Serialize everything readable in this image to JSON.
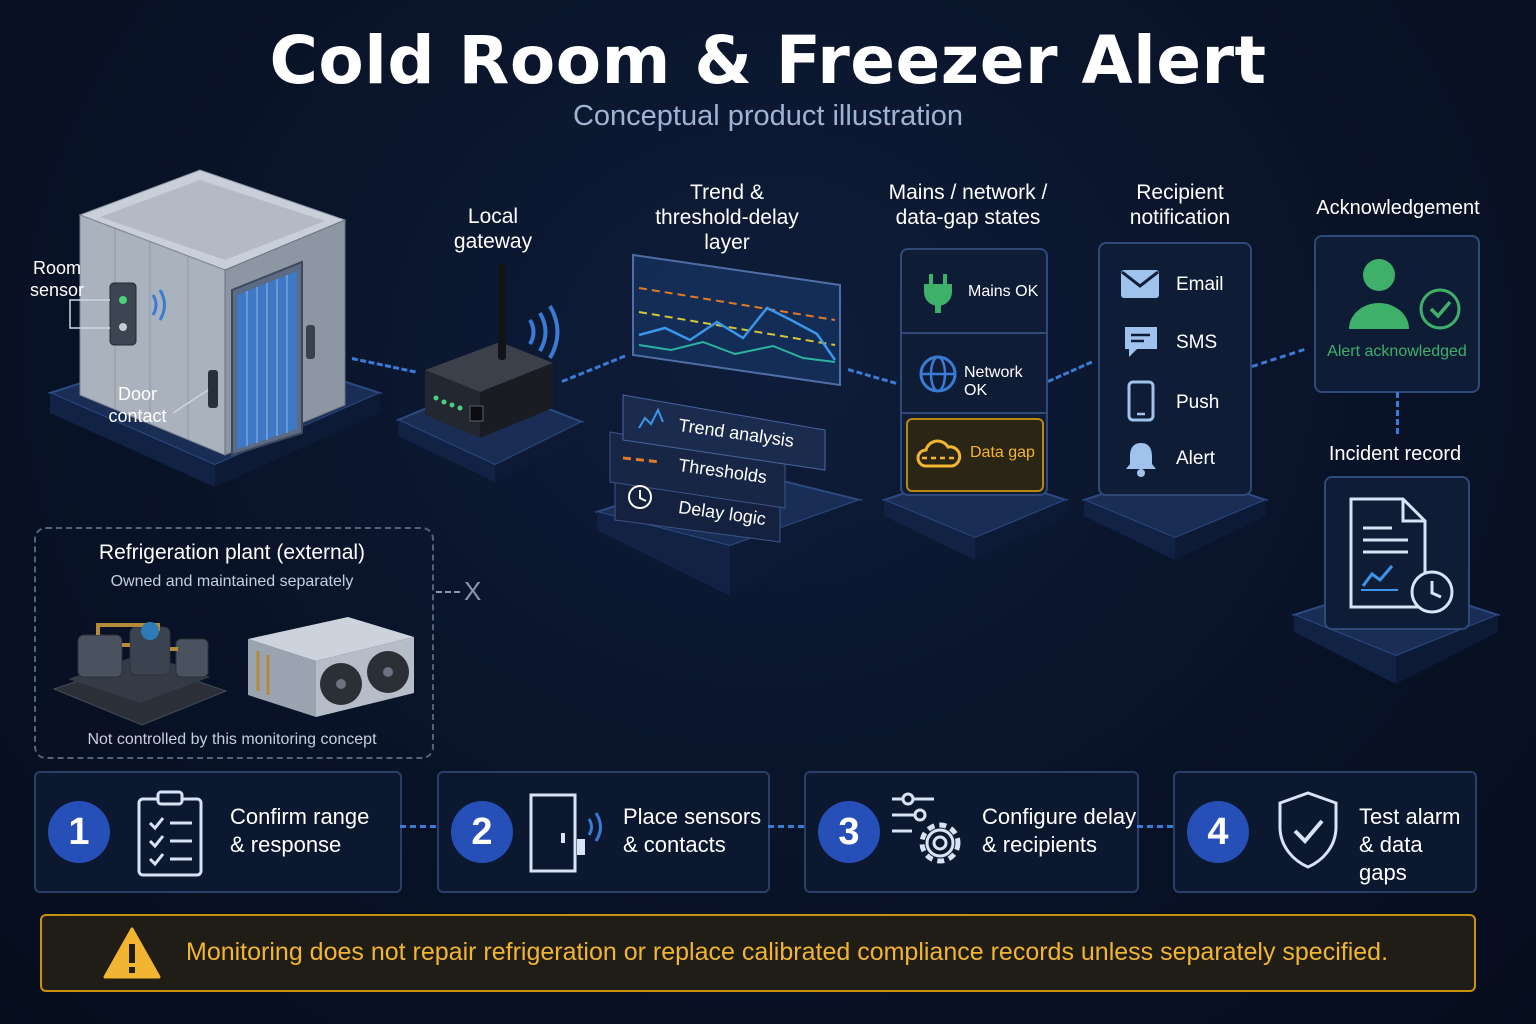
{
  "header": {
    "title": "Cold Room & Freezer Alert",
    "subtitle": "Conceptual product illustration"
  },
  "cold_room": {
    "room_sensor_label": "Room\nsensor",
    "door_contact_label": "Door\ncontact"
  },
  "gateway": {
    "label": "Local\ngateway"
  },
  "trend_layer": {
    "label": "Trend &\nthreshold-delay\nlayer",
    "layers": [
      "Trend analysis",
      "Thresholds",
      "Delay logic"
    ]
  },
  "states": {
    "label": "Mains / network /\ndata-gap states",
    "items": [
      "Mains OK",
      "Network OK",
      "Data gap"
    ]
  },
  "notification": {
    "label": "Recipient\nnotification",
    "channels": [
      "Email",
      "SMS",
      "Push",
      "Alert"
    ]
  },
  "acknowledgement": {
    "label": "Acknowledgement",
    "status": "Alert acknowledged"
  },
  "incident": {
    "label": "Incident record"
  },
  "plant": {
    "title": "Refrigeration plant (external)",
    "subtitle": "Owned and maintained separately",
    "note": "Not controlled by this monitoring concept",
    "link_mark": "X"
  },
  "steps": [
    {
      "num": "1",
      "text": "Confirm range\n& response"
    },
    {
      "num": "2",
      "text": "Place sensors\n& contacts"
    },
    {
      "num": "3",
      "text": "Configure delay\n& recipients"
    },
    {
      "num": "4",
      "text": "Test alarm\n& data gaps"
    }
  ],
  "warning": {
    "text": "Monitoring does not repair refrigeration or replace calibrated compliance records unless separately specified."
  },
  "colors": {
    "accent_blue": "#3a7bd5",
    "ok_green": "#3fb06a",
    "gap_amber": "#f2b531",
    "threshold_orange": "#e07a26",
    "threshold_yellow": "#d6c43a"
  }
}
